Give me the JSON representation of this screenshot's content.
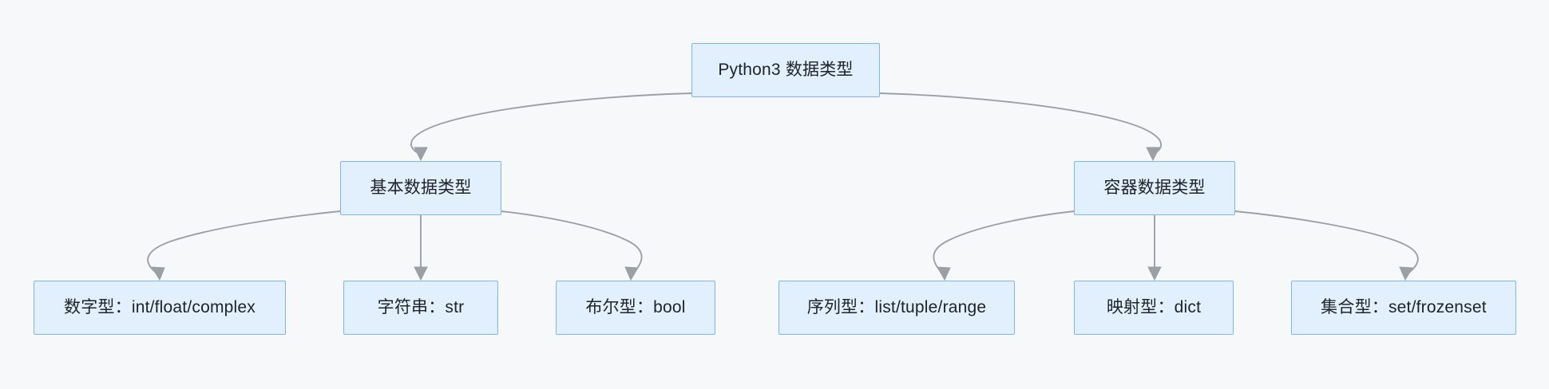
{
  "diagram": {
    "type": "flowchart",
    "direction": "top-down",
    "title_node": "Python3 数据类型",
    "background_color": "#f7f8fa",
    "node_fill_color": "#e1f0fc",
    "node_border_color": "#7eb4f2",
    "node_text_color": "#20232a",
    "edge_color": "#9aa0a6",
    "nodes": {
      "root": {
        "label": "Python3 数据类型",
        "level": 1
      },
      "basic": {
        "label": "基本数据类型",
        "level": 2
      },
      "container": {
        "label": "容器数据类型",
        "level": 2
      },
      "number": {
        "label": "数字型：int/float/complex",
        "level": 3
      },
      "string": {
        "label": "字符串：str",
        "level": 3
      },
      "bool": {
        "label": "布尔型：bool",
        "level": 3
      },
      "sequence": {
        "label": "序列型：list/tuple/range",
        "level": 3
      },
      "mapping": {
        "label": "映射型：dict",
        "level": 3
      },
      "set": {
        "label": "集合型：set/frozenset",
        "level": 3
      }
    },
    "edges": [
      {
        "from": "root",
        "to": "basic",
        "style": "curved",
        "arrow": "triangle"
      },
      {
        "from": "root",
        "to": "container",
        "style": "curved",
        "arrow": "triangle"
      },
      {
        "from": "basic",
        "to": "number",
        "style": "curved",
        "arrow": "triangle"
      },
      {
        "from": "basic",
        "to": "string",
        "style": "straight",
        "arrow": "triangle"
      },
      {
        "from": "basic",
        "to": "bool",
        "style": "curved",
        "arrow": "triangle"
      },
      {
        "from": "container",
        "to": "sequence",
        "style": "curved",
        "arrow": "triangle"
      },
      {
        "from": "container",
        "to": "mapping",
        "style": "straight",
        "arrow": "triangle"
      },
      {
        "from": "container",
        "to": "set",
        "style": "curved",
        "arrow": "triangle"
      }
    ]
  }
}
